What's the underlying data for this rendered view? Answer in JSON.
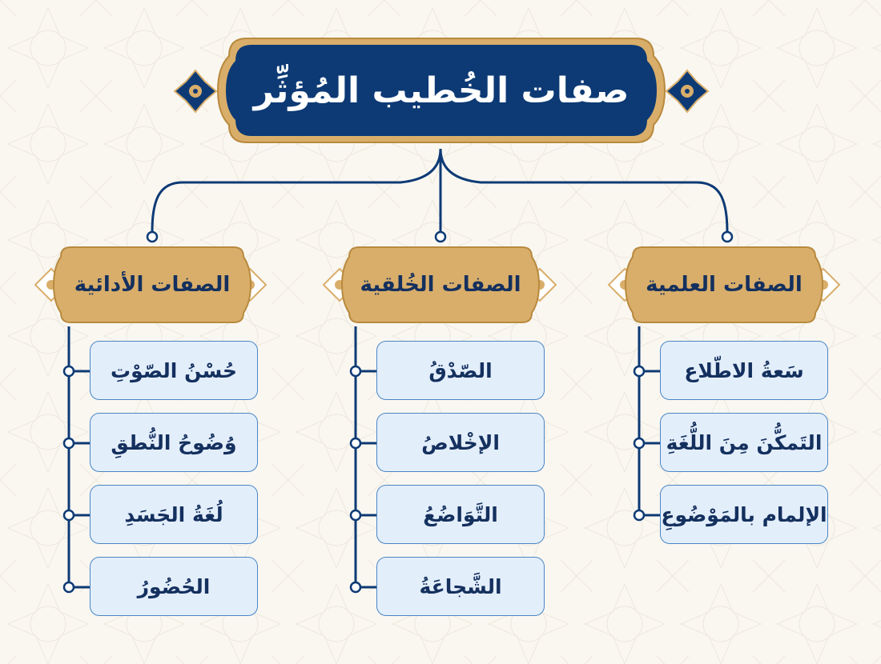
{
  "title": "صفات الخُطيب المُؤثِّر",
  "categories": [
    {
      "label": "الصفات العلمية",
      "items": [
        "سَعةُ الاطّلاع",
        "التَمكُّنَ مِنَ اللُّغَةِ",
        "الإلمام بالمَوْضُوعِ"
      ]
    },
    {
      "label": "الصفات الخُلقية",
      "items": [
        "الصّدْقُ",
        "الإخْلاصُ",
        "التَّوَاضُعُ",
        "الشَّجاعَةُ"
      ]
    },
    {
      "label": "الصفات الأدائية",
      "items": [
        "حُسْنُ الصّوْتِ",
        "وُضُوحُ النُّطقِ",
        "لُغَةُ الجَسَدِ",
        "الحُضُورُ"
      ]
    }
  ],
  "colors": {
    "navy": "#0d3a75",
    "gold": "#d9ae6a",
    "gold_border": "#b88a3e",
    "item_fill": "#e3eefb",
    "item_border": "#4a86c5",
    "background": "#faf7f1"
  }
}
